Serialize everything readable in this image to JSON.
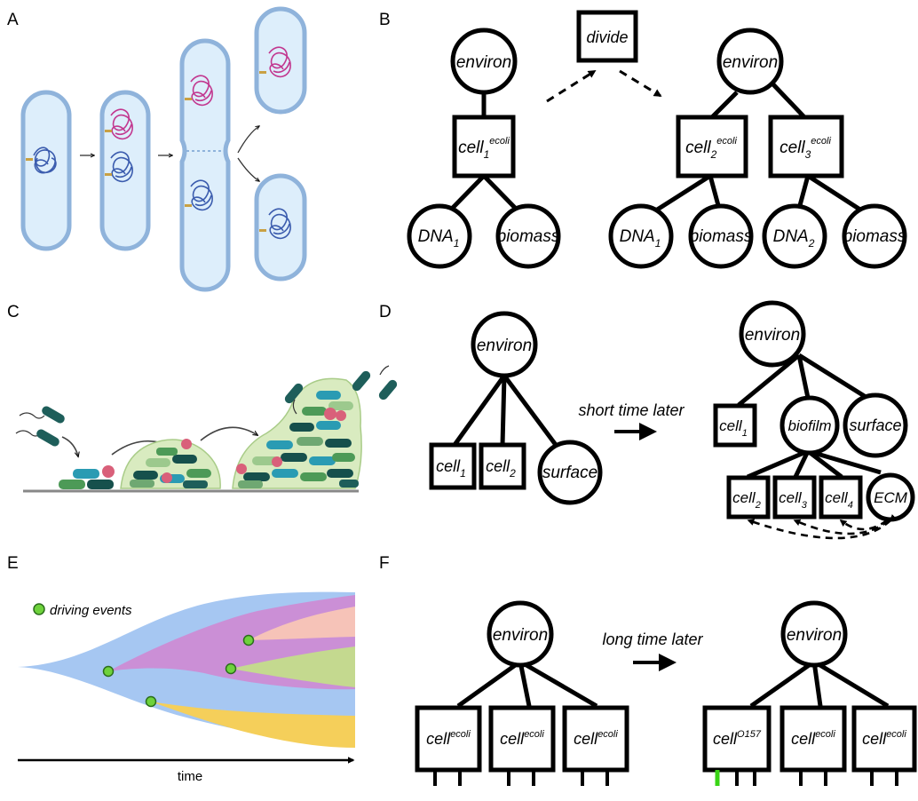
{
  "panel_letters": [
    "A",
    "B",
    "C",
    "D",
    "E",
    "F"
  ],
  "panel_b": {
    "root": "environ",
    "action": "divide",
    "cell_before": {
      "base": "cell",
      "sub": "1",
      "sup": "ecoli"
    },
    "cell_after_a": {
      "base": "cell",
      "sub": "2",
      "sup": "ecoli"
    },
    "cell_after_b": {
      "base": "cell",
      "sub": "3",
      "sup": "ecoli"
    },
    "dna_1": {
      "base": "DNA",
      "sub": "1"
    },
    "dna_2": {
      "base": "DNA",
      "sub": "2"
    },
    "biomass": "biomass"
  },
  "panel_d": {
    "root": "environ",
    "transition": "short time later",
    "cell_base": "cell",
    "cells_before": [
      "1",
      "2"
    ],
    "surface": "surface",
    "biofilm": "biofilm",
    "cells_after_free": [
      "1"
    ],
    "cells_in_biofilm": [
      "2",
      "3",
      "4"
    ],
    "ecm": "ECM"
  },
  "panel_e": {
    "legend": "driving events",
    "x_axis": "time",
    "colors": {
      "base": "#a6c7f2",
      "purple": "#cb8fd6",
      "pink": "#f6c3b8",
      "green": "#c4d98f",
      "yellow": "#f5cf5a",
      "event_dot": "#6ed23c"
    }
  },
  "panel_f": {
    "root": "environ",
    "transition": "long time later",
    "cell_base": "cell",
    "strain_default": "ecoli",
    "strain_mutant": "O157",
    "mutant_marker_color": "#39d416"
  }
}
